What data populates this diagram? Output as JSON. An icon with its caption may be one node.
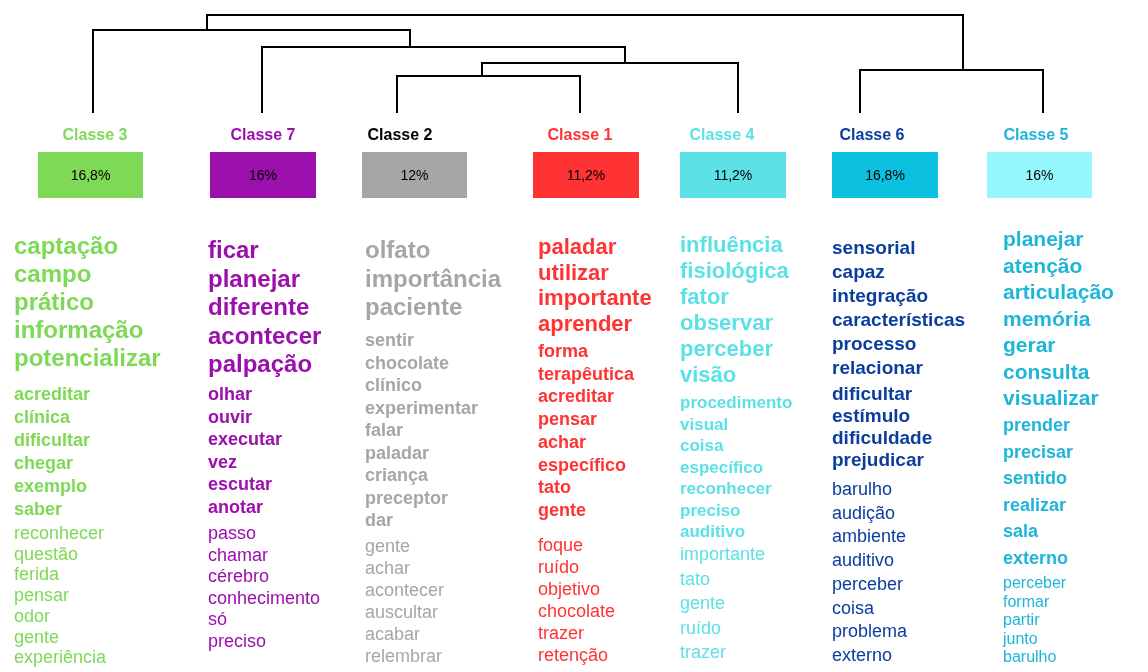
{
  "diagram": {
    "nodes": [
      {
        "text": [
          "Classe 3",
          "16,8%"
        ],
        "beside": [
          "captação campo prático informação potencializar",
          "acreditar clínica dificultar chegar exemplo saber",
          "reconhecer questão ferida pensar odor gente experiência"
        ]
      },
      {
        "text": [
          "Classe 7",
          "16%"
        ],
        "beside": [
          "ficar planejar diferente acontecer palpação",
          "olhar ouvir executar vez escutar anotar",
          "passo chamar cérebro conhecimento só preciso"
        ]
      },
      {
        "text": [
          "Classe 2",
          "12%"
        ],
        "beside": [
          "olfato importância paciente",
          "sentir chocolate clínico experimentar falar paladar criança preceptor dar",
          "gente achar acontecer auscultar acabar relembrar"
        ]
      },
      {
        "text": [
          "Classe 1",
          "11,2%"
        ],
        "beside": [
          "paladar utilizar importante aprender",
          "forma terapêutica acreditar pensar achar específico tato gente",
          "foque ruído objetivo chocolate trazer retenção"
        ]
      },
      {
        "text": [
          "Classe 4",
          "11,2%"
        ],
        "beside": [
          "influência fisiológica fator observar perceber visão",
          "procedimento visual coisa específico reconhecer preciso auditivo",
          "importante tato gente ruído trazer"
        ]
      },
      {
        "text": [
          "Classe 6",
          "16,8%"
        ],
        "beside": [
          "sensorial capaz integração características processo relacionar",
          "dificultar estímulo dificuldade prejudicar",
          "barulho audição ambiente auditivo perceber coisa problema externo"
        ]
      },
      {
        "text": [
          "Classe 5",
          "16%"
        ],
        "beside": [
          "planejar atenção articulação memória gerar consulta visualizar",
          "prender precisar sentido realizar sala externo",
          "perceber formar partir junto barulho"
        ]
      }
    ]
  }
}
